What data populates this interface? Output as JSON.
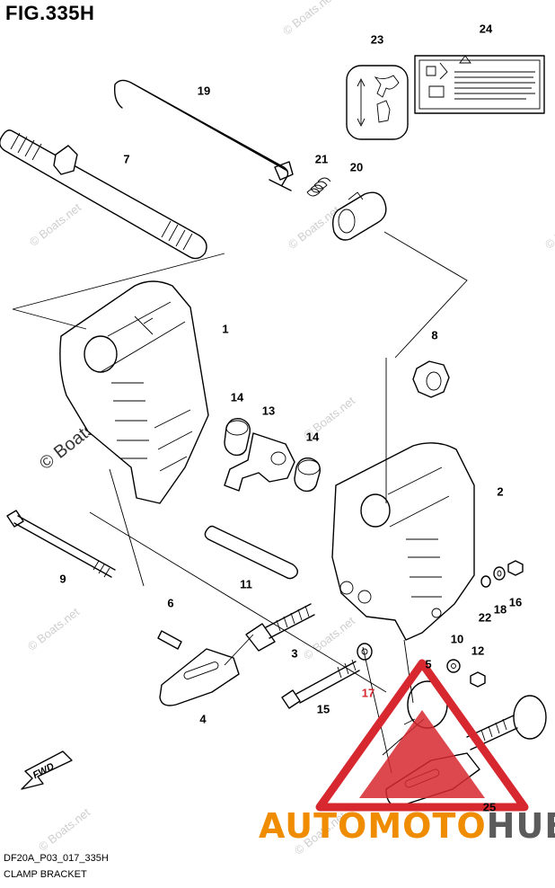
{
  "figure": {
    "title": "FIG.335H",
    "code": "DF20A_P03_017_335H",
    "name": "CLAMP BRACKET"
  },
  "callouts": [
    {
      "label": "23"
    },
    {
      "label": "24"
    },
    {
      "label": "19"
    },
    {
      "label": "7"
    },
    {
      "label": "21"
    },
    {
      "label": "20"
    },
    {
      "label": "1"
    },
    {
      "label": "8"
    },
    {
      "label": "14"
    },
    {
      "label": "13"
    },
    {
      "label": "14"
    },
    {
      "label": "2"
    },
    {
      "label": "9"
    },
    {
      "label": "11"
    },
    {
      "label": "6"
    },
    {
      "label": "3"
    },
    {
      "label": "22"
    },
    {
      "label": "18"
    },
    {
      "label": "16"
    },
    {
      "label": "10"
    },
    {
      "label": "12"
    },
    {
      "label": "5"
    },
    {
      "label": "17"
    },
    {
      "label": "15"
    },
    {
      "label": "4"
    },
    {
      "label": "25"
    }
  ],
  "fwd_label": "FWD",
  "watermark": "© Boats.net",
  "logo": {
    "part1": "AUTOMOTO",
    "part2": "HUB",
    "color_accent": "#f08c00",
    "color_dark": "#5b5b5b",
    "color_triangle": "#d7282f"
  }
}
